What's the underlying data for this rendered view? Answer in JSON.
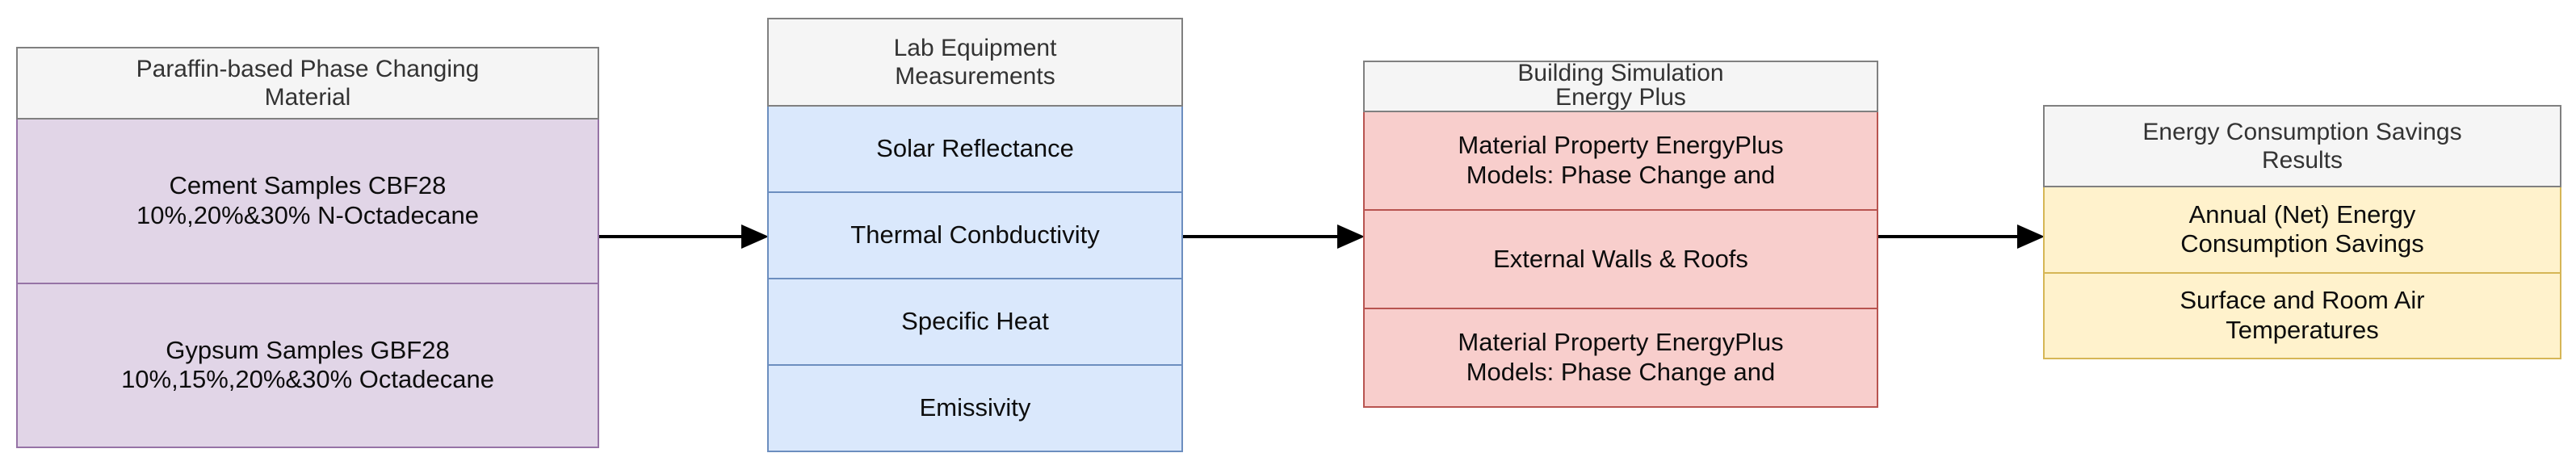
{
  "diagram": {
    "title": "PCM building simulation workflow",
    "colors": {
      "header_fill": "#f5f5f5",
      "header_border": "#808080",
      "purple_fill": "#e1d5e7",
      "purple_border": "#9673a6",
      "blue_fill": "#dae8fc",
      "blue_border": "#6c8ebf",
      "red_fill": "#f8cecc",
      "red_border": "#b85450",
      "yellow_fill": "#fff2cc",
      "yellow_border": "#d6b656",
      "arrow": "#000000",
      "background": "#ffffff"
    },
    "nodes": [
      {
        "id": "pcm",
        "header": "Paraffin-based Phase Changing\nMaterial",
        "rows": [
          "Cement Samples CBF28\n10%,20%&30% N-Octadecane",
          "Gypsum Samples GBF28\n10%,15%,20%&30% Octadecane"
        ]
      },
      {
        "id": "lab",
        "header": "Lab Equipment\nMeasurements",
        "rows": [
          "Solar Reflectance",
          "Thermal Conbductivity",
          "Specific Heat",
          "Emissivity"
        ]
      },
      {
        "id": "sim",
        "header": "Building Simulation\nEnergy Plus",
        "rows": [
          "Material Property EnergyPlus\nModels: Phase Change and",
          "External Walls & Roofs",
          "Material Property EnergyPlus\nModels: Phase Change and"
        ]
      },
      {
        "id": "res",
        "header": "Energy Consumption Savings\nResults",
        "rows": [
          "Annual (Net) Energy\nConsumption Savings",
          "Surface and Room Air\nTemperatures"
        ]
      }
    ],
    "edges": [
      {
        "id": "pcm-to-lab",
        "from": "pcm",
        "to": "lab",
        "label": ""
      },
      {
        "id": "lab-to-sim",
        "from": "lab",
        "to": "sim",
        "label": ""
      },
      {
        "id": "sim-to-res",
        "from": "sim",
        "to": "res",
        "label": ""
      }
    ]
  }
}
